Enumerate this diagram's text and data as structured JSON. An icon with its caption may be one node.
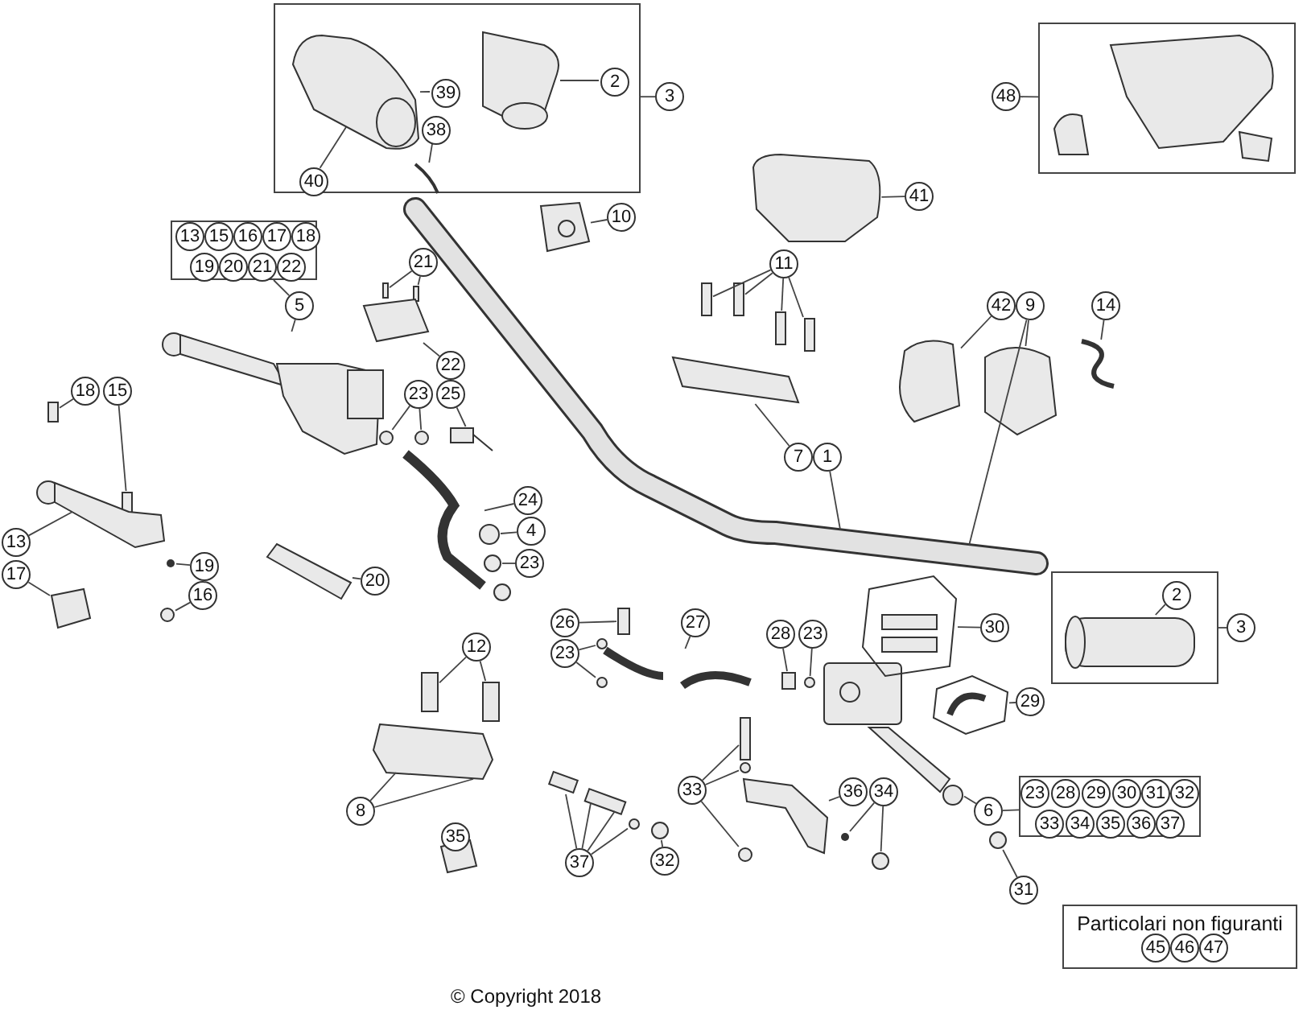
{
  "diagram": {
    "nodes": [
      {
        "text": [],
        "shape": "box"
      },
      {
        "text": [
          "39"
        ],
        "in": 0
      },
      {
        "text": [
          "2"
        ],
        "in": 0
      },
      {
        "text": [
          "38"
        ],
        "in": 0
      },
      {
        "text": [
          "40"
        ],
        "in": 0
      },
      {
        "text": [
          "3"
        ]
      },
      {
        "text": [],
        "shape": "box"
      },
      {
        "text": [
          "48"
        ]
      },
      {
        "text": [
          "41"
        ]
      },
      {
        "text": [
          "10"
        ]
      },
      {
        "text": [],
        "shape": "box"
      },
      {
        "text": [
          "13"
        ],
        "in": 10
      },
      {
        "text": [
          "15"
        ],
        "in": 10
      },
      {
        "text": [
          "16"
        ],
        "in": 10
      },
      {
        "text": [
          "17"
        ],
        "in": 10
      },
      {
        "text": [
          "18"
        ],
        "in": 10
      },
      {
        "text": [
          "19"
        ],
        "in": 10
      },
      {
        "text": [
          "20"
        ],
        "in": 10
      },
      {
        "text": [
          "21"
        ],
        "in": 10
      },
      {
        "text": [
          "22"
        ],
        "in": 10
      },
      {
        "text": [
          "5"
        ]
      },
      {
        "text": [
          "11"
        ]
      },
      {
        "text": [
          "21"
        ]
      },
      {
        "text": [
          "42"
        ]
      },
      {
        "text": [
          "9"
        ]
      },
      {
        "text": [
          "14"
        ]
      },
      {
        "text": [
          "22"
        ]
      },
      {
        "text": [
          "23"
        ]
      },
      {
        "text": [
          "25"
        ]
      },
      {
        "text": [
          "18"
        ]
      },
      {
        "text": [
          "15"
        ]
      },
      {
        "text": [
          "7"
        ]
      },
      {
        "text": [
          "1"
        ]
      },
      {
        "text": [
          "13"
        ]
      },
      {
        "text": [
          "24"
        ]
      },
      {
        "text": [
          "4"
        ]
      },
      {
        "text": [
          "17"
        ]
      },
      {
        "text": [
          "19"
        ]
      },
      {
        "text": [
          "23"
        ]
      },
      {
        "text": [
          "20"
        ]
      },
      {
        "text": [
          "16"
        ]
      },
      {
        "text": [],
        "shape": "box"
      },
      {
        "text": [
          "2"
        ],
        "in": 41
      },
      {
        "text": [
          "3"
        ]
      },
      {
        "text": [
          "26"
        ]
      },
      {
        "text": [
          "27"
        ]
      },
      {
        "text": [
          "12"
        ]
      },
      {
        "text": [
          "23"
        ]
      },
      {
        "text": [
          "28"
        ]
      },
      {
        "text": [
          "23"
        ]
      },
      {
        "text": [
          "30"
        ]
      },
      {
        "text": [
          "29"
        ]
      },
      {
        "text": [
          "8"
        ]
      },
      {
        "text": [],
        "shape": "box"
      },
      {
        "text": [
          "23"
        ],
        "in": 53
      },
      {
        "text": [
          "28"
        ],
        "in": 53
      },
      {
        "text": [
          "29"
        ],
        "in": 53
      },
      {
        "text": [
          "30"
        ],
        "in": 53
      },
      {
        "text": [
          "31"
        ],
        "in": 53
      },
      {
        "text": [
          "32"
        ],
        "in": 53
      },
      {
        "text": [
          "33"
        ],
        "in": 53
      },
      {
        "text": [
          "34"
        ],
        "in": 53
      },
      {
        "text": [
          "35"
        ],
        "in": 53
      },
      {
        "text": [
          "36"
        ],
        "in": 53
      },
      {
        "text": [
          "37"
        ],
        "in": 53
      },
      {
        "text": [
          "6"
        ]
      },
      {
        "text": [
          "33"
        ]
      },
      {
        "text": [
          "36"
        ]
      },
      {
        "text": [
          "34"
        ]
      },
      {
        "text": [
          "35"
        ]
      },
      {
        "text": [
          "37"
        ]
      },
      {
        "text": [
          "32"
        ]
      },
      {
        "text": [
          "31"
        ]
      },
      {
        "text": [
          "Particolari non figuranti"
        ]
      },
      {
        "text": [
          "45"
        ],
        "in": 73
      },
      {
        "text": [
          "46"
        ],
        "in": 73
      },
      {
        "text": [
          "47"
        ],
        "in": 73
      },
      {
        "text": [],
        "shape": "picture",
        "in": 0
      },
      {
        "text": [],
        "shape": "picture",
        "in": 0
      },
      {
        "text": [],
        "shape": "picture",
        "in": 0
      },
      {
        "text": [],
        "shape": "box"
      },
      {
        "text": [],
        "shape": "picture"
      },
      {
        "text": [],
        "shape": "picture"
      },
      {
        "text": [],
        "shape": "bar"
      },
      {
        "text": [],
        "shape": "bar"
      },
      {
        "text": [],
        "shape": "bar"
      },
      {
        "text": [],
        "shape": "bar"
      },
      {
        "text": [],
        "shape": "bar"
      },
      {
        "text": [],
        "shape": "bar"
      },
      {
        "text": [],
        "shape": "box"
      },
      {
        "text": [],
        "shape": "box"
      },
      {
        "text": [],
        "shape": "picture"
      },
      {
        "text": [],
        "shape": "box"
      },
      {
        "text": [],
        "shape": "circle"
      },
      {
        "text": [],
        "shape": "circle"
      },
      {
        "text": [],
        "shape": "picture"
      },
      {
        "text": [],
        "shape": "bar"
      },
      {
        "text": [],
        "shape": "bar"
      },
      {
        "text": [],
        "shape": "box"
      },
      {
        "text": [],
        "shape": "picture"
      },
      {
        "text": [],
        "shape": "picture"
      },
      {
        "text": [],
        "shape": "circle"
      },
      {
        "text": [],
        "shape": "box"
      },
      {
        "text": [],
        "shape": "circle"
      },
      {
        "text": [],
        "shape": "circle"
      },
      {
        "text": [],
        "shape": "box"
      },
      {
        "text": [],
        "shape": "circle"
      },
      {
        "text": [],
        "shape": "picture",
        "in": 41
      },
      {
        "text": [],
        "shape": "bar"
      },
      {
        "text": [],
        "shape": "picture"
      },
      {
        "text": [],
        "shape": "bar"
      },
      {
        "text": [],
        "shape": "bar"
      },
      {
        "text": [],
        "shape": "circle"
      },
      {
        "text": [],
        "shape": "circle"
      },
      {
        "text": [],
        "shape": "bar"
      },
      {
        "text": [],
        "shape": "circle"
      },
      {
        "text": [],
        "shape": "picture"
      },
      {
        "text": [],
        "shape": "picture"
      },
      {
        "text": [],
        "shape": "box"
      },
      {
        "text": [],
        "shape": "picture"
      },
      {
        "text": [],
        "shape": "bar"
      },
      {
        "text": [],
        "shape": "circle"
      },
      {
        "text": [],
        "shape": "circle"
      },
      {
        "text": [],
        "shape": "box"
      },
      {
        "text": [],
        "shape": "circle"
      },
      {
        "text": [],
        "shape": "circle"
      },
      {
        "text": [],
        "shape": "bar"
      },
      {
        "text": [],
        "shape": "bar"
      },
      {
        "text": [],
        "shape": "circle"
      },
      {
        "text": [],
        "shape": "circle"
      },
      {
        "text": [],
        "shape": "circle"
      }
    ],
    "edges": [
      {
        "from": 1,
        "to": 77,
        "arrow": "none"
      },
      {
        "from": 2,
        "to": 78,
        "arrow": "none"
      },
      {
        "from": 3,
        "to": 79,
        "arrow": "none"
      },
      {
        "from": 4,
        "to": 77,
        "arrow": "none"
      },
      {
        "from": 0,
        "to": 5,
        "arrow": "none"
      },
      {
        "from": 7,
        "to": 6,
        "arrow": "none"
      },
      {
        "from": 8,
        "to": 80,
        "arrow": "none"
      },
      {
        "from": 9,
        "to": 81,
        "arrow": "none"
      },
      {
        "from": 10,
        "to": 20,
        "arrow": "none"
      },
      {
        "from": 20,
        "to": 82,
        "arrow": "none"
      },
      {
        "from": 21,
        "to": 83,
        "arrow": "none"
      },
      {
        "from": 21,
        "to": 84,
        "arrow": "none"
      },
      {
        "from": 21,
        "to": 85,
        "arrow": "none"
      },
      {
        "from": 21,
        "to": 86,
        "arrow": "none"
      },
      {
        "from": 22,
        "to": 87,
        "arrow": "none"
      },
      {
        "from": 22,
        "to": 88,
        "arrow": "none"
      },
      {
        "from": 23,
        "to": 89,
        "arrow": "none"
      },
      {
        "from": 24,
        "to": 90,
        "arrow": "none"
      },
      {
        "from": 24,
        "to": null,
        "arrow": "none"
      },
      {
        "from": 25,
        "to": 91,
        "arrow": "none"
      },
      {
        "from": 26,
        "to": 92,
        "arrow": "none"
      },
      {
        "from": 27,
        "to": 93,
        "arrow": "none"
      },
      {
        "from": 27,
        "to": 94,
        "arrow": "none"
      },
      {
        "from": 28,
        "to": 95,
        "arrow": "none"
      },
      {
        "from": 29,
        "to": 96,
        "arrow": "none"
      },
      {
        "from": 30,
        "to": 97,
        "arrow": "none"
      },
      {
        "from": 31,
        "to": 98,
        "arrow": "none"
      },
      {
        "from": 32,
        "to": null,
        "arrow": "none"
      },
      {
        "from": 33,
        "to": 99,
        "arrow": "none"
      },
      {
        "from": 34,
        "to": 100,
        "arrow": "none"
      },
      {
        "from": 35,
        "to": 101,
        "arrow": "none"
      },
      {
        "from": 36,
        "to": 102,
        "arrow": "none"
      },
      {
        "from": 37,
        "to": 103,
        "arrow": "none"
      },
      {
        "from": 38,
        "to": 104,
        "arrow": "none"
      },
      {
        "from": 39,
        "to": 105,
        "arrow": "none"
      },
      {
        "from": 40,
        "to": 106,
        "arrow": "none"
      },
      {
        "from": 41,
        "to": 43,
        "arrow": "none"
      },
      {
        "from": 42,
        "to": 107,
        "arrow": "none"
      },
      {
        "from": 44,
        "to": 108,
        "arrow": "none"
      },
      {
        "from": 45,
        "to": 109,
        "arrow": "none"
      },
      {
        "from": 46,
        "to": 110,
        "arrow": "none"
      },
      {
        "from": 46,
        "to": 111,
        "arrow": "none"
      },
      {
        "from": 47,
        "to": 112,
        "arrow": "none"
      },
      {
        "from": 47,
        "to": 113,
        "arrow": "none"
      },
      {
        "from": 48,
        "to": 114,
        "arrow": "none"
      },
      {
        "from": 49,
        "to": 115,
        "arrow": "none"
      },
      {
        "from": 50,
        "to": 116,
        "arrow": "none"
      },
      {
        "from": 51,
        "to": 117,
        "arrow": "none"
      },
      {
        "from": 52,
        "to": 118,
        "arrow": "none"
      },
      {
        "from": 52,
        "to": 118,
        "arrow": "none"
      },
      {
        "from": 65,
        "to": 53,
        "arrow": "none"
      },
      {
        "from": 65,
        "to": 119,
        "arrow": "none"
      },
      {
        "from": 66,
        "to": 120,
        "arrow": "none"
      },
      {
        "from": 66,
        "to": 122,
        "arrow": "none"
      },
      {
        "from": 66,
        "to": 121,
        "arrow": "none"
      },
      {
        "from": 67,
        "to": 123,
        "arrow": "none"
      },
      {
        "from": 68,
        "to": 124,
        "arrow": "none"
      },
      {
        "from": 68,
        "to": 125,
        "arrow": "none"
      },
      {
        "from": 70,
        "to": 126,
        "arrow": "none"
      },
      {
        "from": 70,
        "to": 127,
        "arrow": "none"
      },
      {
        "from": 70,
        "to": 127,
        "arrow": "none"
      },
      {
        "from": 70,
        "to": 128,
        "arrow": "none"
      },
      {
        "from": 71,
        "to": 129,
        "arrow": "none"
      },
      {
        "from": 72,
        "to": 130,
        "arrow": "none"
      }
    ],
    "labels": [
      "© Copyright 2018"
    ]
  }
}
